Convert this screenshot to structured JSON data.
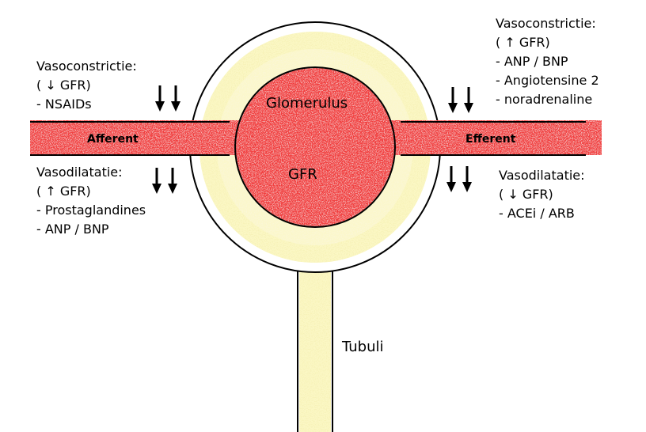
{
  "labels": {
    "glomerulus": "Glomerulus",
    "gfr": "GFR",
    "afferent": "Afferent",
    "efferent": "Efferent",
    "tubuli": "Tubuli"
  },
  "afferent_top": {
    "title": "Vasoconstrictie:",
    "effect": "( ↓ GFR)",
    "items": [
      "- NSAIDs"
    ]
  },
  "afferent_bottom": {
    "title": "Vasodilatatie:",
    "effect": "( ↑ GFR)",
    "items": [
      "- Prostaglandines",
      "- ANP / BNP"
    ]
  },
  "efferent_top": {
    "title": "Vasoconstrictie:",
    "effect": "( ↑ GFR)",
    "items": [
      "- ANP / BNP",
      "- Angiotensine 2",
      "- noradrenaline"
    ]
  },
  "efferent_bottom": {
    "title": "Vasodilatatie:",
    "effect": "( ↓ GFR)",
    "items": [
      "- ACEi / ARB"
    ]
  },
  "colors": {
    "vessel_red": "#e01010",
    "capsule_yellow": "#f2ec9c",
    "outline": "#000000"
  }
}
